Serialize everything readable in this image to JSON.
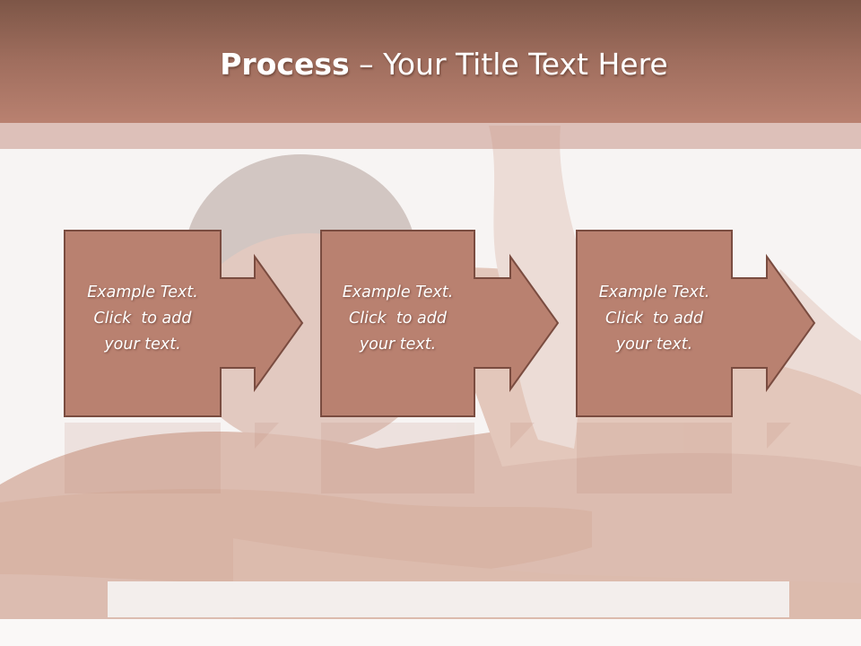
{
  "slide": {
    "title_bold": "Process",
    "title_rest": " – Your Title Text Here"
  },
  "steps": [
    {
      "line1": "Example Text.",
      "line2": "Click  to add",
      "line3": "your text."
    },
    {
      "line1": "Example Text.",
      "line2": "Click  to add",
      "line3": "your text."
    },
    {
      "line1": "Example Text.",
      "line2": "Click  to add",
      "line3": "your text."
    }
  ],
  "colors": {
    "header": "#a06e5e",
    "box_fill": "#b98170",
    "box_border": "#7a4c40",
    "text": "#ffffff"
  },
  "icons": [
    "arrow-right-icon"
  ]
}
